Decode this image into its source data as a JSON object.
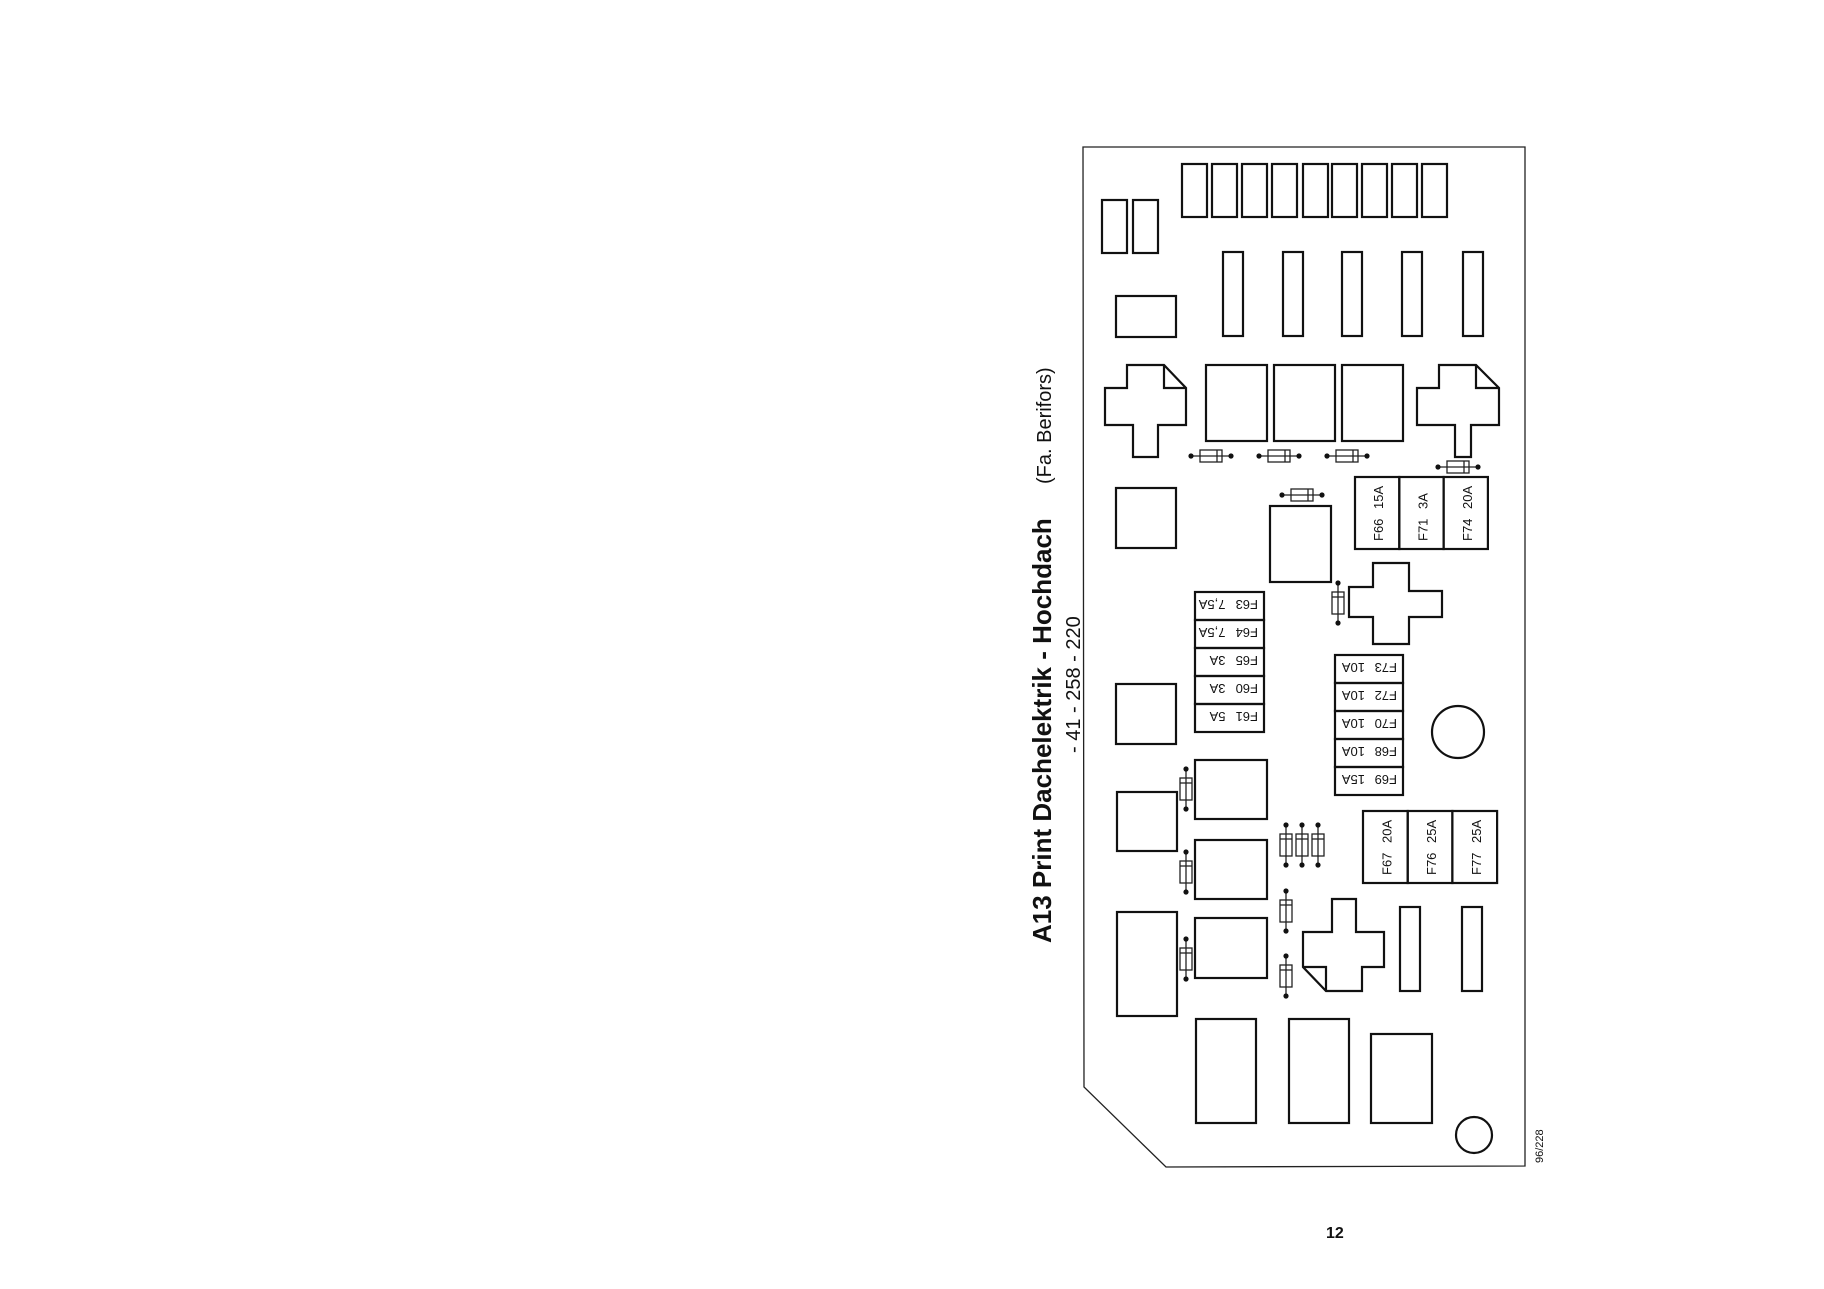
{
  "title": {
    "main": "A13  Print Dachelektrik - Hochdach",
    "maker": "(Fa. Berifors)",
    "part_number": "- 41 - 258 - 220"
  },
  "figure_ref": "96/228",
  "page_number": "12",
  "fuse_blocks": {
    "top_right": [
      {
        "id": "F66",
        "rating": "15A"
      },
      {
        "id": "F71",
        "rating": "3A"
      },
      {
        "id": "F74",
        "rating": "20A"
      }
    ],
    "left_inverted": [
      {
        "id": "F63",
        "rating": "7,5A"
      },
      {
        "id": "F64",
        "rating": "7,5A"
      },
      {
        "id": "F65",
        "rating": "3A"
      },
      {
        "id": "F60",
        "rating": "3A"
      },
      {
        "id": "F61",
        "rating": "5A"
      }
    ],
    "middle_inverted": [
      {
        "id": "F73",
        "rating": "10A"
      },
      {
        "id": "F72",
        "rating": "10A"
      },
      {
        "id": "F70",
        "rating": "10A"
      },
      {
        "id": "F68",
        "rating": "10A"
      },
      {
        "id": "F69",
        "rating": "15A"
      }
    ],
    "bottom_right": [
      {
        "id": "F67",
        "rating": "20A"
      },
      {
        "id": "F76",
        "rating": "25A"
      },
      {
        "id": "F77",
        "rating": "25A"
      }
    ]
  }
}
